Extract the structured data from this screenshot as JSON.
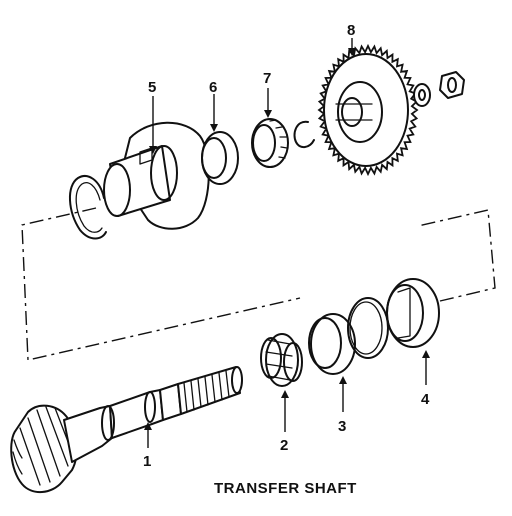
{
  "title": "TRANSFER SHAFT",
  "parts": [
    {
      "label": "1"
    },
    {
      "label": "2"
    },
    {
      "label": "3"
    },
    {
      "label": "4"
    },
    {
      "label": "5"
    },
    {
      "label": "6"
    },
    {
      "label": "7"
    },
    {
      "label": "8"
    }
  ]
}
